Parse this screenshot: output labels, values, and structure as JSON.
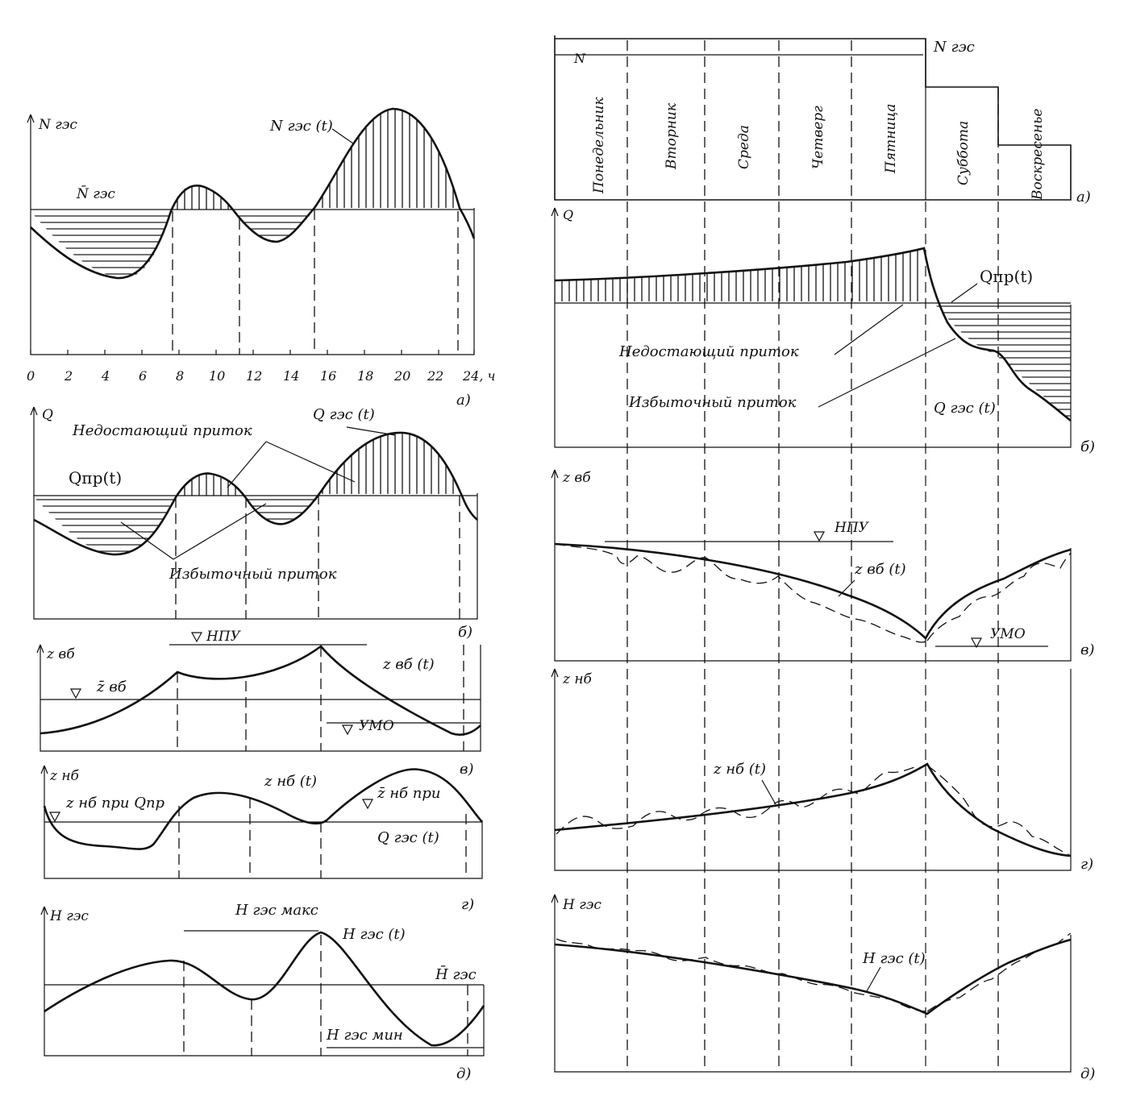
{
  "left": {
    "a": {
      "ylabel": "N гэс",
      "mean_label": "N̄ гэс",
      "curve_label": "N гэс (t)",
      "ticks": [
        "0",
        "2",
        "4",
        "6",
        "8",
        "10",
        "12",
        "14",
        "16",
        "18",
        "20",
        "22",
        "24, ч"
      ],
      "letter": "а)"
    },
    "b": {
      "ylabel": "Q",
      "inflow_label": "Qпр(t)",
      "curve_label": "Q гэс (t)",
      "deficit_label": "Недостающий приток",
      "excess_label": "Избыточный приток",
      "letter": "б)"
    },
    "v": {
      "ylabel": "z вб",
      "npu_label": "НПУ",
      "mean_label": "z̄ вб",
      "curve_label": "z вб (t)",
      "umo_label": "УМО",
      "letter": "в)"
    },
    "g": {
      "ylabel": "z нб",
      "label_left": "z нб при Qпр",
      "label_right": "z̄ нб при",
      "label_right2": "Q гэс (t)",
      "curve_label": "z нб (t)",
      "letter": "г)"
    },
    "d": {
      "ylabel": "H гэс",
      "max_label": "H гэс макс",
      "curve_label": "H гэс (t)",
      "mean_label": "H̄ гэс",
      "min_label": "H гэс мин",
      "letter": "д)"
    }
  },
  "right": {
    "a": {
      "n_label": "N",
      "curve_label": "N гэс",
      "days": [
        "Понедельник",
        "Вторник",
        "Среда",
        "Четверг",
        "Пятница",
        "Суббота",
        "Воскресенье"
      ],
      "letter": "а)"
    },
    "b": {
      "ylabel": "Q",
      "inflow_label": "Qпр(t)",
      "curve_label": "Q гэс (t)",
      "deficit_label": "Недостающий приток",
      "excess_label": "Избыточный приток",
      "letter": "б)"
    },
    "v": {
      "ylabel": "z вб",
      "npu_label": "НПУ",
      "curve_label": "z вб (t)",
      "umo_label": "УМО",
      "letter": "в)"
    },
    "g": {
      "ylabel": "z нб",
      "curve_label": "z нб (t)",
      "letter": "г)"
    },
    "d": {
      "ylabel": "H гэс",
      "curve_label": "H гэс (t)",
      "letter": "д)"
    }
  },
  "colors": {
    "ink": "#111111",
    "paper": "#ffffff"
  }
}
